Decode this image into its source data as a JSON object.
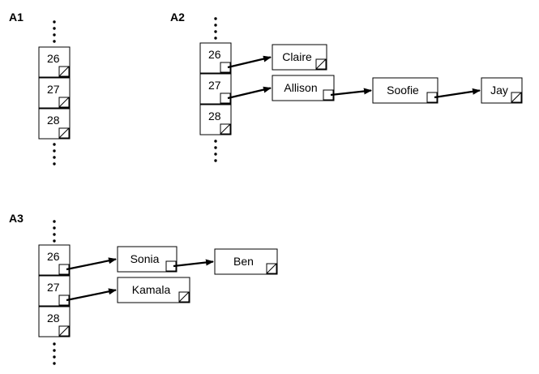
{
  "arrays": [
    {
      "label": "A1",
      "cells": [
        {
          "index": "26",
          "chain": []
        },
        {
          "index": "27",
          "chain": []
        },
        {
          "index": "28",
          "chain": []
        }
      ]
    },
    {
      "label": "A2",
      "cells": [
        {
          "index": "26",
          "chain": [
            "Claire"
          ]
        },
        {
          "index": "27",
          "chain": [
            "Allison",
            "Soofie",
            "Jay"
          ]
        },
        {
          "index": "28",
          "chain": []
        }
      ]
    },
    {
      "label": "A3",
      "cells": [
        {
          "index": "26",
          "chain": [
            "Sonia",
            "Ben"
          ]
        },
        {
          "index": "27",
          "chain": [
            "Kamala"
          ]
        },
        {
          "index": "28",
          "chain": []
        }
      ]
    }
  ],
  "colors": {
    "line": "#000000",
    "background": "#ffffff"
  }
}
